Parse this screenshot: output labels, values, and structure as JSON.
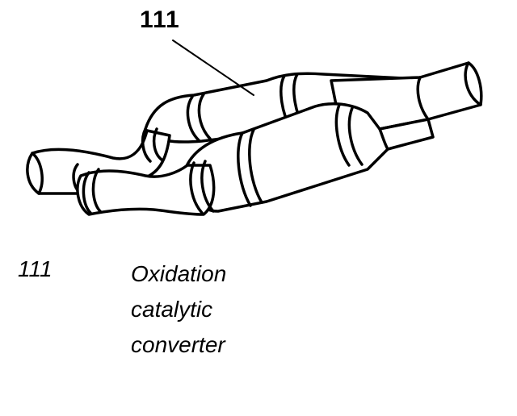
{
  "callout": {
    "number": "111"
  },
  "legend": {
    "number": "111",
    "line1": "Oxidation",
    "line2": "catalytic",
    "line3": "converter"
  }
}
